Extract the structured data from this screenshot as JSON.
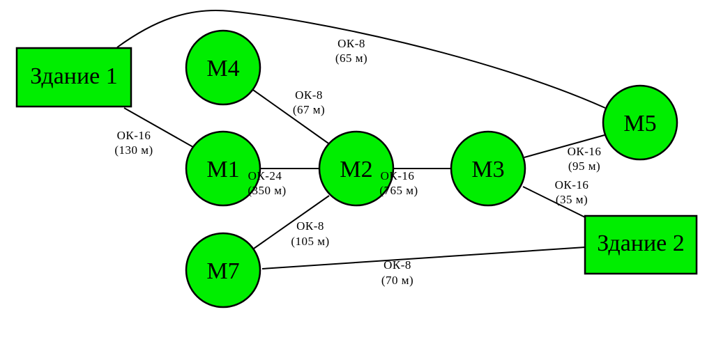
{
  "colors": {
    "node_fill": "#00ee00",
    "line": "#000000",
    "background": "#ffffff"
  },
  "nodes": {
    "building1": "Здание 1",
    "building2": "Здание 2",
    "m1": "M1",
    "m2": "M2",
    "m3": "M3",
    "m4": "M4",
    "m5": "M5",
    "m7": "M7"
  },
  "edges": {
    "b1_m5": {
      "cable": "ОК-8",
      "length": "(65 м)"
    },
    "b1_m1": {
      "cable": "ОК-16",
      "length": "(130 м)"
    },
    "m4_m2": {
      "cable": "ОК-8",
      "length": "(67 м)"
    },
    "m1_m2": {
      "cable": "ОК-24",
      "length": "(350 м)"
    },
    "m2_m3": {
      "cable": "ОК-16",
      "length": "(765 м)"
    },
    "m3_m5": {
      "cable": "ОК-16",
      "length": "(95 м)"
    },
    "m3_b2": {
      "cable": "ОК-16",
      "length": "(35 м)"
    },
    "m2_m7": {
      "cable": "ОК-8",
      "length": "(105 м)"
    },
    "m7_b2": {
      "cable": "ОК-8",
      "length": "(70 м)"
    }
  }
}
